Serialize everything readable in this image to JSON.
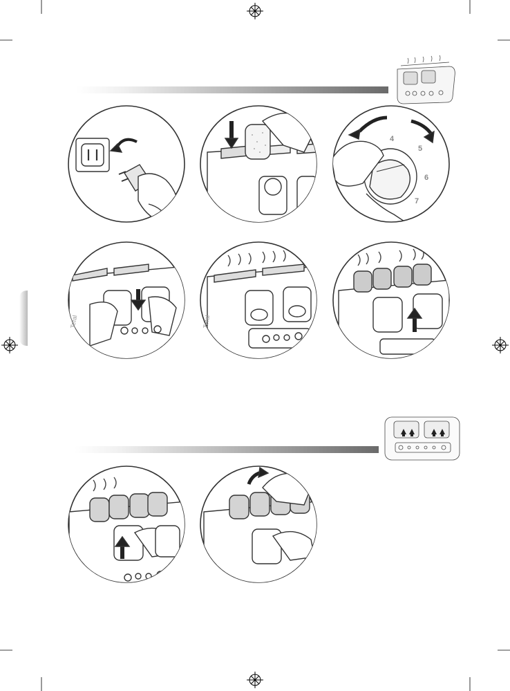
{
  "browning_dial": {
    "settings": [
      "4",
      "5",
      "6",
      "7"
    ]
  },
  "brand": {
    "logo_text": "Tefal"
  },
  "colors": {
    "line": "#333333",
    "bar_dark": "#6e6e6e",
    "bar_light": "#f2f2f2",
    "crop_mark": "#000000"
  },
  "icons": {
    "step1": "plug-into-socket-icon",
    "step2": "insert-bread-icon",
    "step3": "browning-dial-icon",
    "step4": "press-lever-down-icon",
    "step5": "toasting-icon",
    "step6": "toast-pops-up-icon",
    "step7": "lift-lever-icon",
    "step8": "remove-toast-icon"
  }
}
